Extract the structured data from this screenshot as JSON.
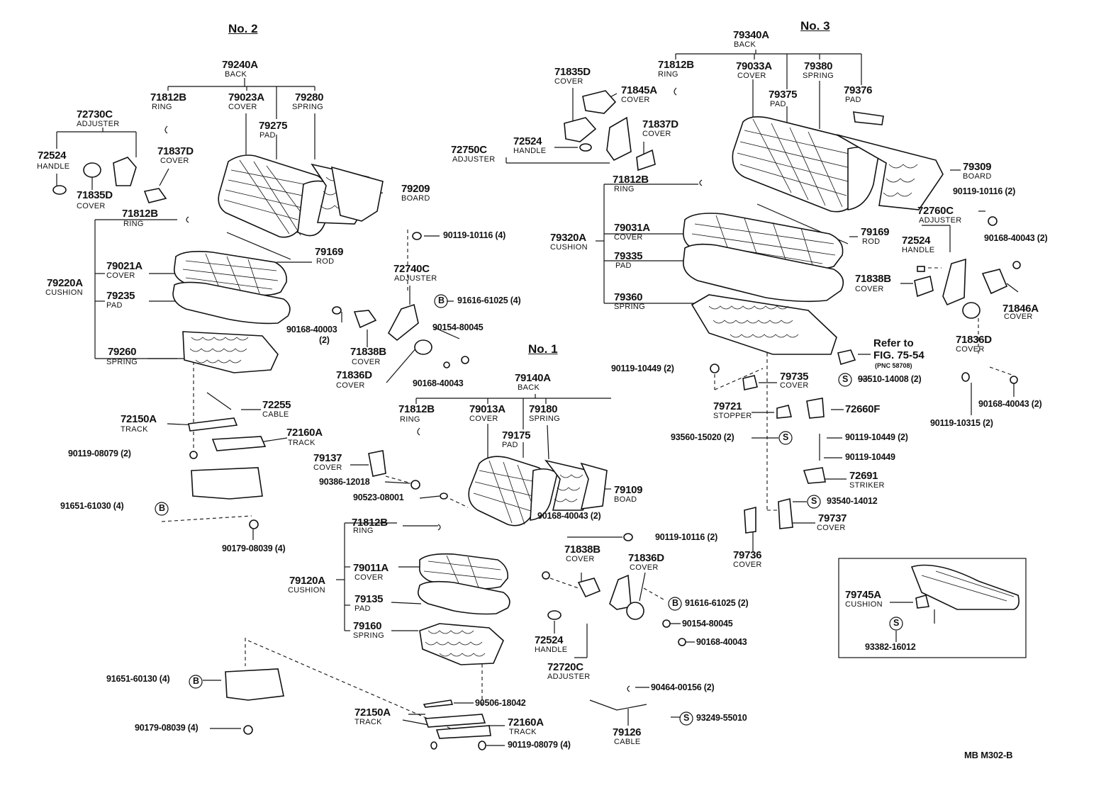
{
  "headers": {
    "no2": "No. 2",
    "no3": "No. 3",
    "no1": "No. 1"
  },
  "no2": {
    "back": {
      "pn": "79240A",
      "name": "BACK"
    },
    "ring_back": {
      "pn": "71812B",
      "name": "RING"
    },
    "cover_back": {
      "pn": "79023A",
      "name": "COVER"
    },
    "spring_back": {
      "pn": "79280",
      "name": "SPRING"
    },
    "pad_back": {
      "pn": "79275",
      "name": "PAD"
    },
    "board": {
      "pn": "79209",
      "name": "BOARD"
    },
    "adjuster": {
      "pn": "72730C",
      "name": "ADJUSTER"
    },
    "handle": {
      "pn": "72524",
      "name": "HANDLE"
    },
    "cover_71835": {
      "pn": "71835D",
      "name": "COVER"
    },
    "cover_71837": {
      "pn": "71837D",
      "name": "COVER"
    },
    "ring_cushion": {
      "pn": "71812B",
      "name": "RING"
    },
    "rod": {
      "pn": "79169",
      "name": "ROD"
    },
    "cushion": {
      "pn": "79220A",
      "name": "CUSHION"
    },
    "cover_cushion": {
      "pn": "79021A",
      "name": "COVER"
    },
    "pad_cushion": {
      "pn": "79235",
      "name": "PAD"
    },
    "spring_cushion": {
      "pn": "79260",
      "name": "SPRING"
    },
    "cable": {
      "pn": "72255",
      "name": "CABLE"
    },
    "track_a": {
      "pn": "72150A",
      "name": "TRACK"
    },
    "track_b": {
      "pn": "72160A",
      "name": "TRACK"
    },
    "bolt_08079": "90119-08079 (2)",
    "bolt_61030": "91651-61030 (4)",
    "nut_08039": "90179-08039 (4)",
    "bolt_10116": "90119-10116 (4)",
    "adjuster_72740": {
      "pn": "72740C",
      "name": "ADJUSTER"
    },
    "bolt_61025": "91616-61025 (4)",
    "screw_40003": "90168-40003",
    "screw_40003_qty": "(2)",
    "cover_71838": {
      "pn": "71838B",
      "name": "COVER"
    },
    "bolt_80045": "90154-80045",
    "cover_71836": {
      "pn": "71836D",
      "name": "COVER"
    },
    "screw_40043": "90168-40043"
  },
  "no3": {
    "back": {
      "pn": "79340A",
      "name": "BACK"
    },
    "ring_back": {
      "pn": "71812B",
      "name": "RING"
    },
    "cover_back": {
      "pn": "79033A",
      "name": "COVER"
    },
    "spring_back": {
      "pn": "79380",
      "name": "SPRING"
    },
    "pad_back": {
      "pn": "79375",
      "name": "PAD"
    },
    "pad_79376": {
      "pn": "79376",
      "name": "PAD"
    },
    "cover_71835": {
      "pn": "71835D",
      "name": "COVER"
    },
    "cover_71845": {
      "pn": "71845A",
      "name": "COVER"
    },
    "cover_71837": {
      "pn": "71837D",
      "name": "COVER"
    },
    "handle": {
      "pn": "72524",
      "name": "HANDLE"
    },
    "adjuster": {
      "pn": "72750C",
      "name": "ADJUSTER"
    },
    "board": {
      "pn": "79309",
      "name": "BOARD"
    },
    "bolt_10116": "90119-10116 (2)",
    "adjuster_72760": {
      "pn": "72760C",
      "name": "ADJUSTER"
    },
    "screw_40043_a": "90168-40043 (2)",
    "ring_cushion": {
      "pn": "71812B",
      "name": "RING"
    },
    "cushion": {
      "pn": "79320A",
      "name": "CUSHION"
    },
    "cover_cushion": {
      "pn": "79031A",
      "name": "COVER"
    },
    "rod": {
      "pn": "79169",
      "name": "ROD"
    },
    "handle_b": {
      "pn": "72524",
      "name": "HANDLE"
    },
    "pad_cushion": {
      "pn": "79335",
      "name": "PAD"
    },
    "cover_71838": {
      "pn": "71838B",
      "name": "COVER"
    },
    "cover_71846": {
      "pn": "71846A",
      "name": "COVER"
    },
    "spring_cushion": {
      "pn": "79360",
      "name": "SPRING"
    },
    "cover_71836": {
      "pn": "71836D",
      "name": "COVER"
    },
    "refer_to": "Refer to",
    "fig": "FIG. 75-54",
    "pnc": "(PNC 58708)",
    "bolt_10449_2": "90119-10449 (2)",
    "cover_79735": {
      "pn": "79735",
      "name": "COVER"
    },
    "screw_14008": "93510-14008 (2)",
    "bolt_10315": "90119-10315 (2)",
    "screw_40043_b": "90168-40043 (2)",
    "stopper": {
      "pn": "79721",
      "name": "STOPPER"
    },
    "part_72660": {
      "pn": "72660F"
    },
    "screw_15020": "93560-15020 (2)",
    "bolt_10449_2b": "90119-10449 (2)",
    "bolt_10449": "90119-10449",
    "striker": {
      "pn": "72691",
      "name": "STRIKER"
    },
    "screw_14012": "93540-14012",
    "cover_79737": {
      "pn": "79737",
      "name": "COVER"
    },
    "cover_79736": {
      "pn": "79736",
      "name": "COVER"
    },
    "cushion_79745": {
      "pn": "79745A",
      "name": "CUSHION"
    },
    "screw_16012": "93382-16012"
  },
  "no1": {
    "back": {
      "pn": "79140A",
      "name": "BACK"
    },
    "ring_back": {
      "pn": "71812B",
      "name": "RING"
    },
    "cover_back": {
      "pn": "79013A",
      "name": "COVER"
    },
    "spring_back": {
      "pn": "79180",
      "name": "SPRING"
    },
    "pad_back": {
      "pn": "79175",
      "name": "PAD"
    },
    "cover_79137": {
      "pn": "79137",
      "name": "COVER"
    },
    "screw_12018": "90386-12018",
    "washer_08001": "90523-08001",
    "board": {
      "pn": "79109",
      "name": "BOAD"
    },
    "screw_40043": "90168-40043 (2)",
    "bolt_10116": "90119-10116 (2)",
    "ring_cushion": {
      "pn": "71812B",
      "name": "RING"
    },
    "cushion": {
      "pn": "79120A",
      "name": "CUSHION"
    },
    "cover_cushion": {
      "pn": "79011A",
      "name": "COVER"
    },
    "pad_cushion": {
      "pn": "79135",
      "name": "PAD"
    },
    "spring_cushion": {
      "pn": "79160",
      "name": "SPRING"
    },
    "cover_71838": {
      "pn": "71838B",
      "name": "COVER"
    },
    "cover_71836": {
      "pn": "71836D",
      "name": "COVER"
    },
    "bolt_61025": "91616-61025 (2)",
    "bolt_80045": "90154-80045",
    "screw_40043_b": "90168-40043",
    "handle": {
      "pn": "72524",
      "name": "HANDLE"
    },
    "adjuster": {
      "pn": "72720C",
      "name": "ADJUSTER"
    },
    "clip_00156": "90464-00156 (2)",
    "bolt_55010": "93249-55010",
    "cable": {
      "pn": "79126",
      "name": "CABLE"
    },
    "bolt_60130": "91651-60130 (4)",
    "spring_18042": "90506-18042",
    "track_a": {
      "pn": "72150A",
      "name": "TRACK"
    },
    "track_b": {
      "pn": "72160A",
      "name": "TRACK"
    },
    "bolt_08079": "90119-08079 (4)",
    "nut_08039": "90179-08039 (4)"
  },
  "symbols": {
    "b": "B",
    "s": "S"
  },
  "footer": "MB  M302-B"
}
